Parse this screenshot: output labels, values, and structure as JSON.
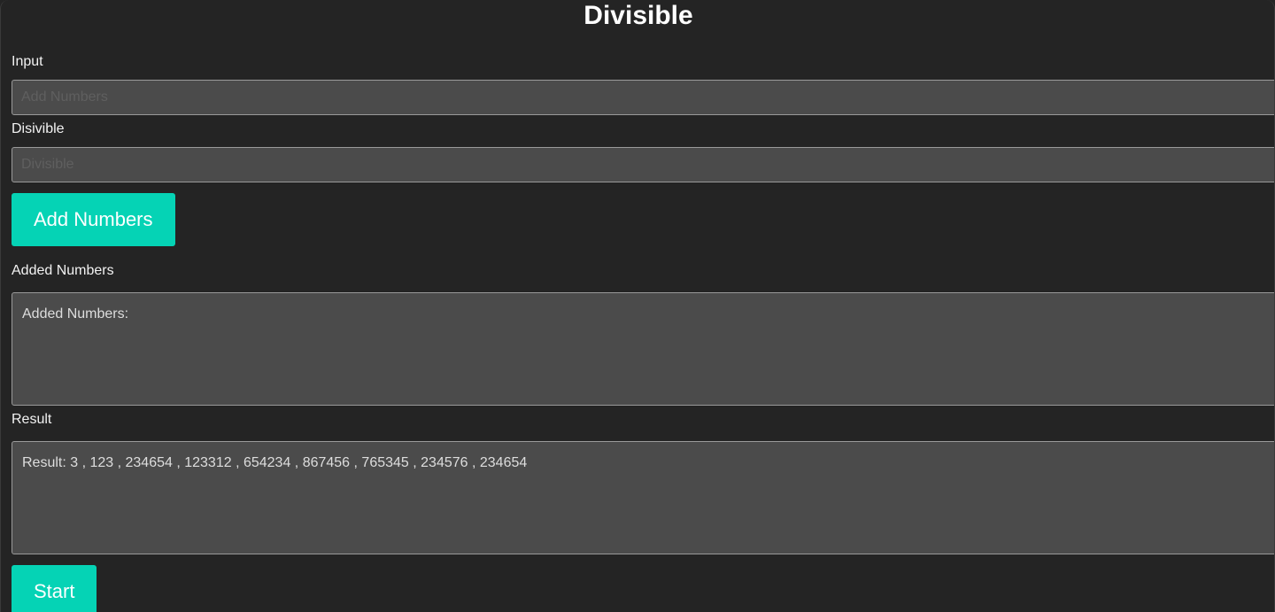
{
  "page": {
    "title": "Divisible"
  },
  "input_section": {
    "label": "Input",
    "placeholder": "Add Numbers",
    "value": ""
  },
  "divisible_section": {
    "label": "Disivible",
    "placeholder": "Divisible",
    "value": ""
  },
  "add_button": {
    "label": "Add Numbers"
  },
  "added_section": {
    "label": "Added Numbers",
    "text": "Added Numbers:"
  },
  "result_section": {
    "label": "Result",
    "text": "Result: 3 , 123 , 234654 , 123312 , 654234 , 867456 , 765345 , 234576 , 234654"
  },
  "start_button": {
    "label": "Start"
  },
  "colors": {
    "background": "#242424",
    "field_background": "#4b4b4b",
    "accent": "#05d3b5"
  }
}
